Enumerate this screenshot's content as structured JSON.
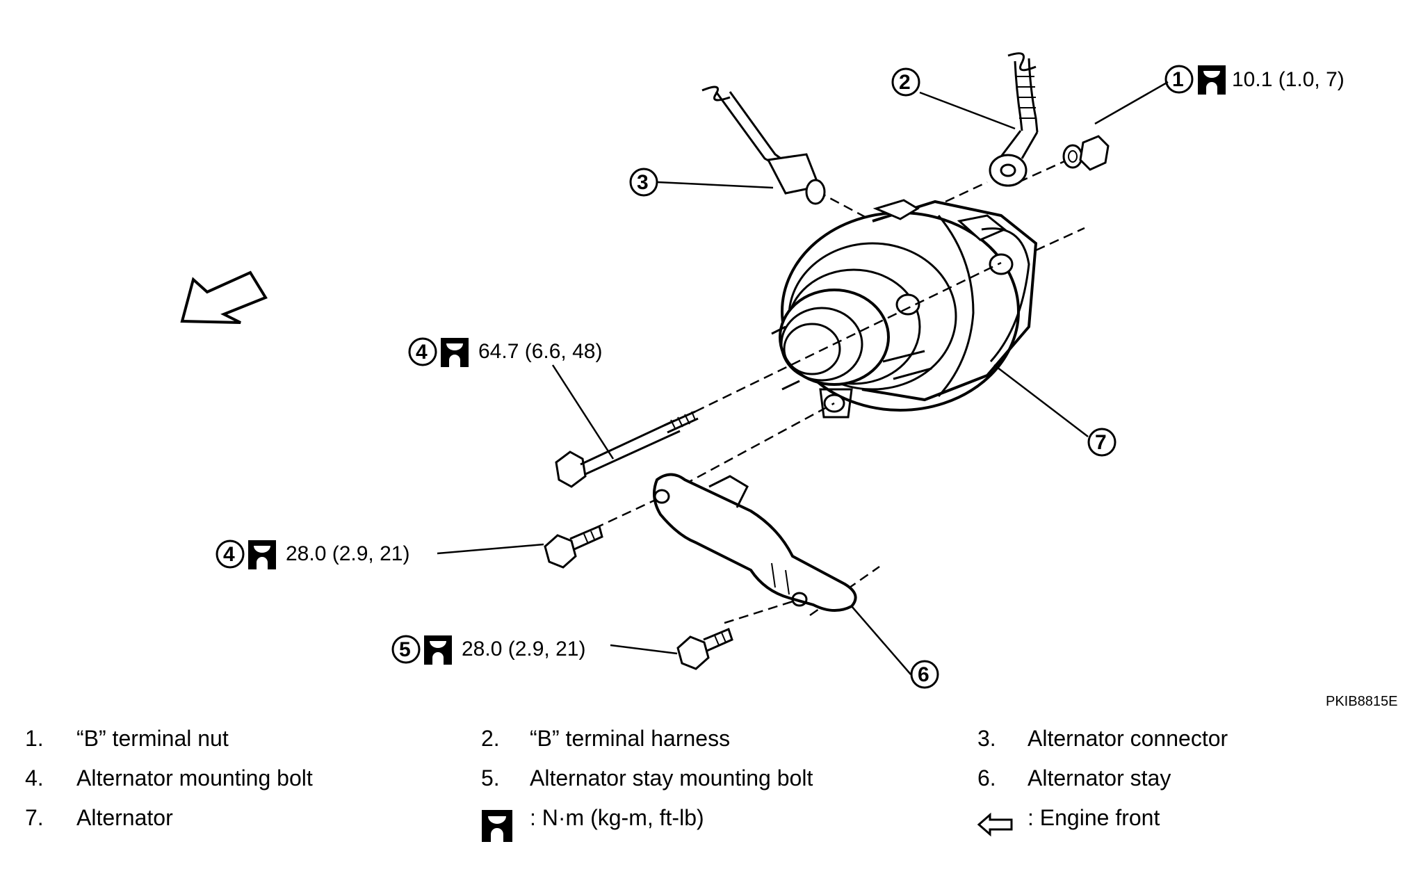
{
  "callouts": [
    {
      "num": "1",
      "torque": "10.1 (1.0, 7)"
    },
    {
      "num": "2",
      "torque": ""
    },
    {
      "num": "3",
      "torque": ""
    },
    {
      "num": "4",
      "torque": "64.7 (6.6, 48)"
    },
    {
      "num": "4",
      "torque": "28.0 (2.9, 21)"
    },
    {
      "num": "5",
      "torque": "28.0 (2.9, 21)"
    },
    {
      "num": "6",
      "torque": ""
    },
    {
      "num": "7",
      "torque": ""
    }
  ],
  "figure_code": "PKIB8815E",
  "legend": [
    {
      "num": "1.",
      "text": "“B” terminal nut"
    },
    {
      "num": "2.",
      "text": "“B” terminal harness"
    },
    {
      "num": "3.",
      "text": "Alternator connector"
    },
    {
      "num": "4.",
      "text": "Alternator mounting bolt"
    },
    {
      "num": "5.",
      "text": "Alternator stay mounting bolt"
    },
    {
      "num": "6.",
      "text": "Alternator stay"
    },
    {
      "num": "7.",
      "text": "Alternator"
    }
  ],
  "symbols": {
    "torque": {
      "icon": "torque-wrench-icon",
      "text": ": N·m (kg-m, ft-lb)"
    },
    "front": {
      "icon": "engine-front-arrow-icon",
      "text": ": Engine front"
    }
  }
}
